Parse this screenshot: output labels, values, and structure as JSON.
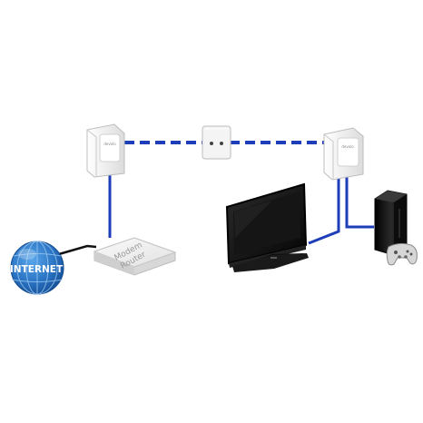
{
  "internet": {
    "label": "INTERNET"
  },
  "router": {
    "label_line1": "Modem",
    "label_line2": "Router"
  },
  "colors": {
    "cable": "#1e3db8",
    "powerline": "#1e3db8",
    "globe_dark": "#1b5fae",
    "globe_light": "#3f8fd8",
    "device_dark": "#111111",
    "adapter_white": "#f6f6f6"
  },
  "icons": [
    "globe-icon",
    "router-icon",
    "powerline-adapter-icon",
    "wall-socket-icon",
    "tv-icon",
    "game-console-icon",
    "gamepad-icon"
  ]
}
